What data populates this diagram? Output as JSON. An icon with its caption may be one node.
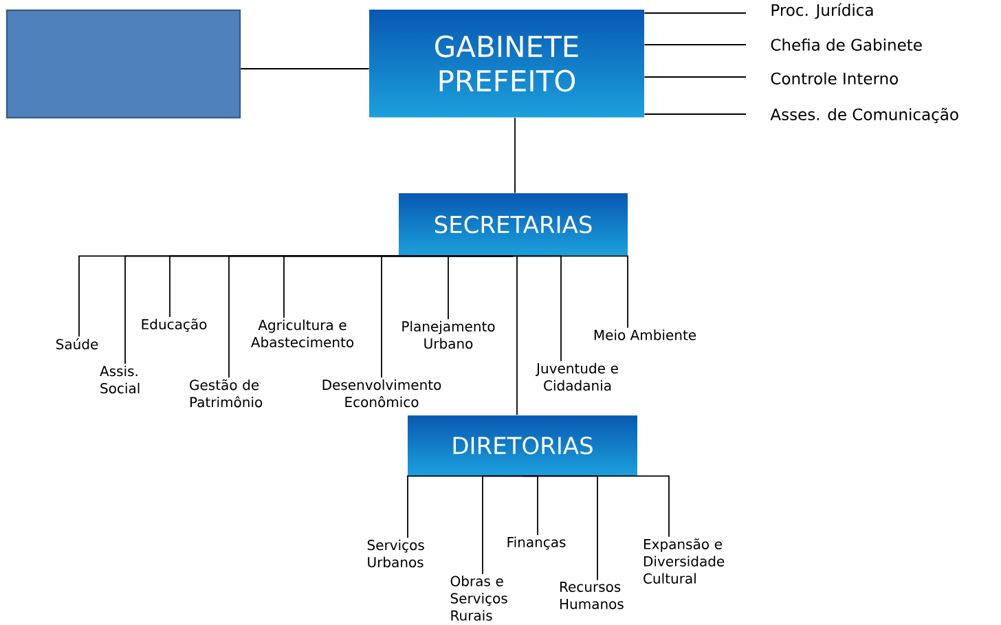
{
  "diagram": {
    "nodes": [
      {
        "text": [],
        "shape": "box"
      },
      {
        "text": [
          "GABINETE PREFEITO"
        ]
      },
      {
        "text": [
          "Proc. Jurídica"
        ]
      },
      {
        "text": [
          "Chefia de Gabinete"
        ]
      },
      {
        "text": [
          "Controle Interno"
        ]
      },
      {
        "text": [
          "Asses. de Comunicação"
        ]
      },
      {
        "text": [
          "SECRETARIAS"
        ]
      },
      {
        "text": [
          "Saúde"
        ]
      },
      {
        "text": [
          "Assis. Social"
        ]
      },
      {
        "text": [
          "Educação"
        ]
      },
      {
        "text": [
          "Gestão de Patrimônio"
        ]
      },
      {
        "text": [
          "Agricultura e Abastecimento"
        ]
      },
      {
        "text": [
          "Desenvolvimento Econômico"
        ]
      },
      {
        "text": [
          "Planejamento Urbano"
        ]
      },
      {
        "text": [
          "Juventude e Cidadania"
        ]
      },
      {
        "text": [
          "Meio Ambiente"
        ]
      },
      {
        "text": [
          "DIRETORIAS"
        ]
      },
      {
        "text": [
          "Serviços Urbanos"
        ]
      },
      {
        "text": [
          "Obras e Serviços Rurais"
        ]
      },
      {
        "text": [
          "Finanças"
        ]
      },
      {
        "text": [
          "Recursos Humanos"
        ]
      },
      {
        "text": [
          "Expansão e Diversidade Cultural"
        ]
      }
    ],
    "edges": [
      {
        "from": 0,
        "to": 1,
        "arrow": "none"
      },
      {
        "from": 1,
        "to": 2,
        "arrow": "none"
      },
      {
        "from": 1,
        "to": 3,
        "arrow": "none"
      },
      {
        "from": 1,
        "to": 4,
        "arrow": "none"
      },
      {
        "from": 1,
        "to": 5,
        "arrow": "none"
      },
      {
        "from": 1,
        "to": 6,
        "arrow": "none"
      },
      {
        "from": 6,
        "to": 7,
        "arrow": "none"
      },
      {
        "from": 6,
        "to": 8,
        "arrow": "none"
      },
      {
        "from": 6,
        "to": 9,
        "arrow": "none"
      },
      {
        "from": 6,
        "to": 10,
        "arrow": "none"
      },
      {
        "from": 6,
        "to": 11,
        "arrow": "none"
      },
      {
        "from": 6,
        "to": 12,
        "arrow": "none"
      },
      {
        "from": 6,
        "to": 13,
        "arrow": "none"
      },
      {
        "from": 6,
        "to": 14,
        "arrow": "none"
      },
      {
        "from": 6,
        "to": 15,
        "arrow": "none"
      },
      {
        "from": 6,
        "to": 16,
        "arrow": "none"
      },
      {
        "from": 16,
        "to": 17,
        "arrow": "none"
      },
      {
        "from": 16,
        "to": 18,
        "arrow": "none"
      },
      {
        "from": 16,
        "to": 19,
        "arrow": "none"
      },
      {
        "from": 16,
        "to": 20,
        "arrow": "none"
      },
      {
        "from": 16,
        "to": 21,
        "arrow": "none"
      }
    ]
  }
}
